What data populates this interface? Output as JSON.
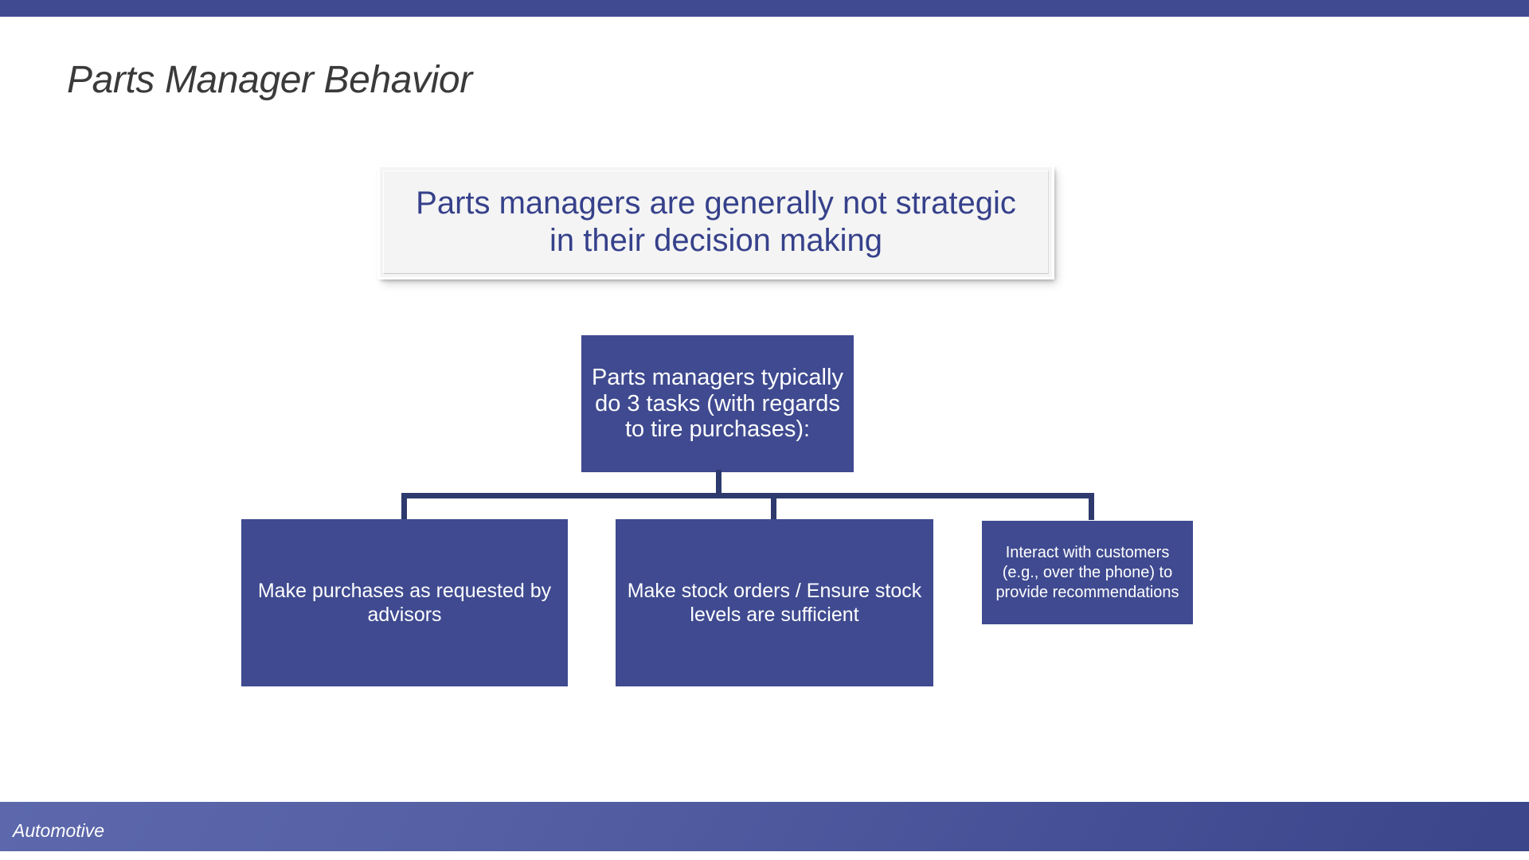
{
  "slide": {
    "title": "Parts Manager Behavior",
    "accent_color": "#3f4a90",
    "box_fill_color": "#3f4a90",
    "connector_color": "#2e3a6e",
    "callout_text_color": "#36418b",
    "callout_bg_color": "#f4f4f4"
  },
  "callout": {
    "text": "Parts managers are generally not strategic in their decision making"
  },
  "diagram": {
    "root": {
      "text": "Parts managers typically do 3 tasks (with regards to tire purchases):"
    },
    "tasks": [
      {
        "text": "Make purchases as requested by advisors"
      },
      {
        "text": "Make stock orders / Ensure stock levels are sufficient"
      },
      {
        "text": "Interact with customers (e.g., over the phone) to provide recommendations"
      }
    ]
  },
  "footer": {
    "label": "Automotive"
  }
}
